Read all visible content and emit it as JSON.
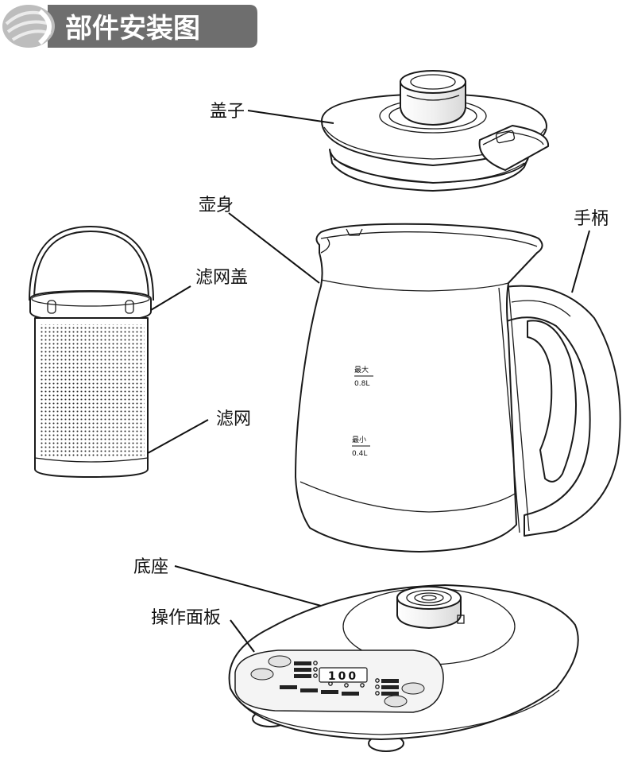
{
  "header": {
    "title": "部件安装图",
    "colors": {
      "banner": "#6e6e6e",
      "badge": "#bdbdbd",
      "text": "#ffffff"
    }
  },
  "labels": {
    "lid": "盖子",
    "body": "壶身",
    "handle": "手柄",
    "filter_lid": "滤网盖",
    "filter": "滤网",
    "base": "底座",
    "control_panel": "操作面板"
  },
  "kettle_marks": {
    "max_label": "最大",
    "max_volume": "0.8L",
    "min_label": "最小",
    "min_volume": "0.4L"
  },
  "panel": {
    "display": "100"
  }
}
